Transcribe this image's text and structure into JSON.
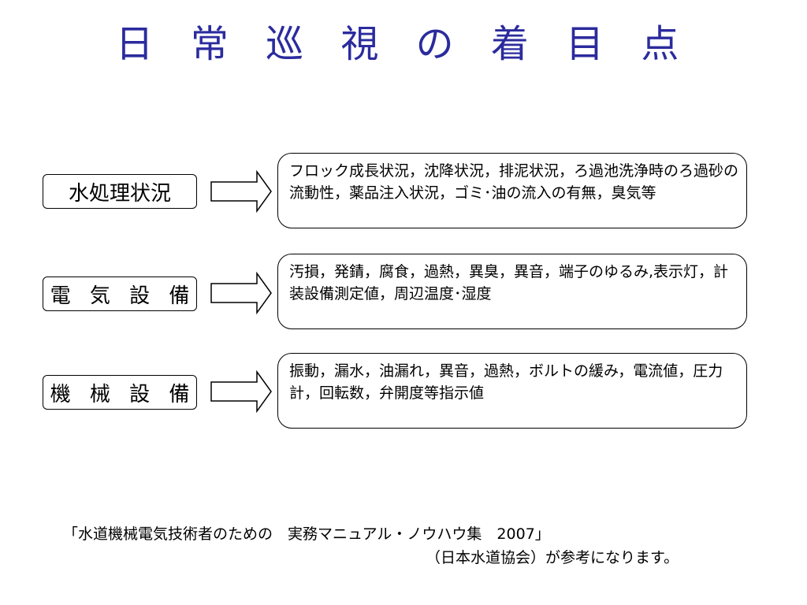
{
  "title": "日 常 巡 視 の 着 目 点",
  "colors": {
    "title": "#2b2b9e"
  },
  "rows": [
    {
      "label": "水処理状況",
      "description": "フロック成長状況，沈降状況，排泥状況，ろ過池洗浄時のろ過砂の流動性，薬品注入状況，ゴミ･油の流入の有無，臭気等"
    },
    {
      "label": "電 気 設 備",
      "description": "汚損，発錆，腐食，過熱，異臭，異音，端子のゆるみ,表示灯，計装設備測定値，周辺温度･湿度"
    },
    {
      "label": "機 械 設 備",
      "description": "振動，漏水，油漏れ，異音，過熱，ボルトの緩み，電流値，圧力計，回転数，弁開度等指示値"
    }
  ],
  "footer": {
    "line1": "「水道機械電気技術者のための　実務マニュアル・ノウハウ集　2007」",
    "line2": "（日本水道協会）が参考になります。"
  }
}
